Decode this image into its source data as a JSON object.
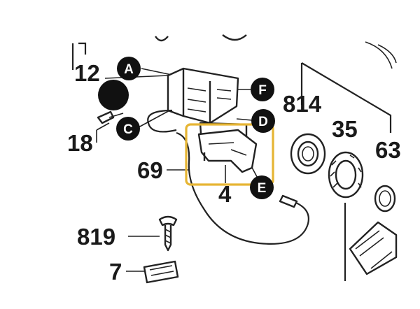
{
  "part_numbers": {
    "p12": "12",
    "p18": "18",
    "p69": "69",
    "p4": "4",
    "p819": "819",
    "p7": "7",
    "p814": "814",
    "p35": "35",
    "p63": "63"
  },
  "callouts": {
    "A": "A",
    "C": "C",
    "D": "D",
    "E": "E",
    "F": "F"
  },
  "colors": {
    "highlight": "#e6b534",
    "ink": "#111111",
    "background": "#ffffff"
  }
}
